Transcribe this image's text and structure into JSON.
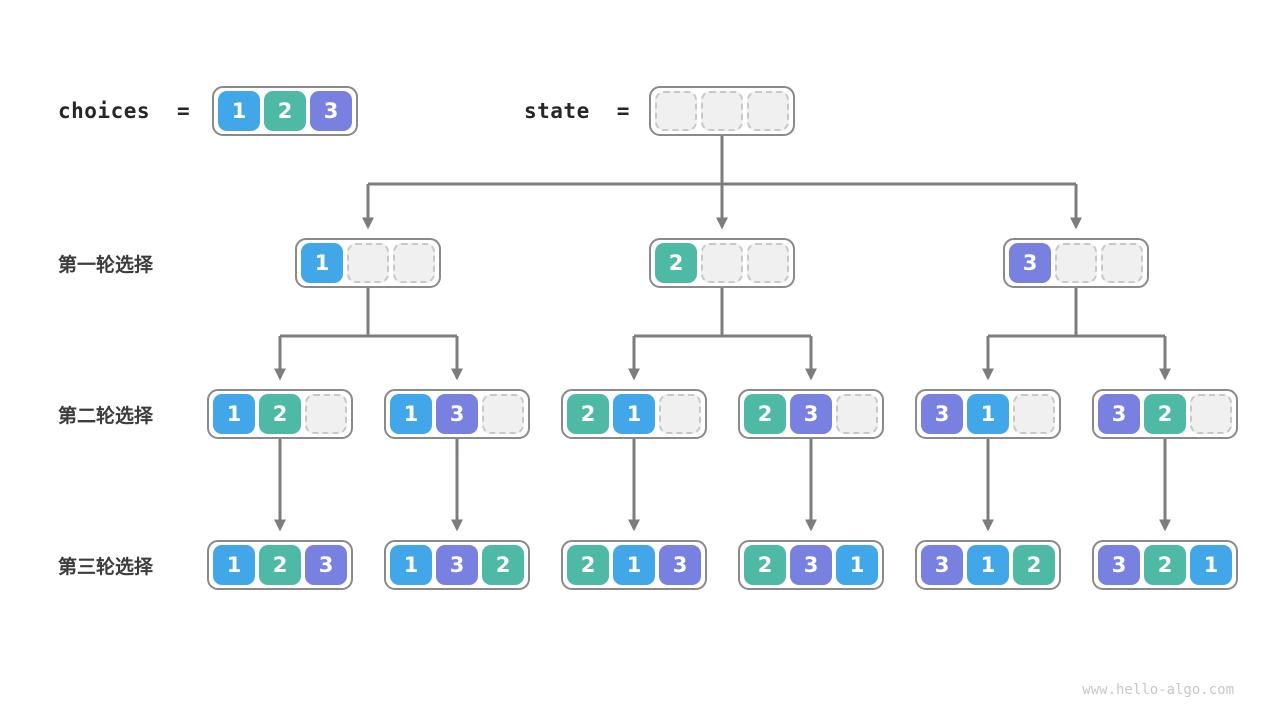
{
  "colors": {
    "cells": {
      "1": "#42A7E8",
      "2": "#4EBAA6",
      "3": "#7880E0"
    },
    "empty_fill": "#F0F0F0",
    "empty_border": "#C8C8C8",
    "box_border": "#8A8A8A",
    "line": "#7D7D7D"
  },
  "header": {
    "choices_label": "choices",
    "equals": "=",
    "state_label": "state",
    "choices": [
      "1",
      "2",
      "3"
    ],
    "state": [
      "",
      "",
      ""
    ]
  },
  "rows": [
    {
      "label": "第一轮选择",
      "boxes": [
        [
          "1",
          "",
          ""
        ],
        [
          "2",
          "",
          ""
        ],
        [
          "3",
          "",
          ""
        ]
      ]
    },
    {
      "label": "第二轮选择",
      "boxes": [
        [
          "1",
          "2",
          ""
        ],
        [
          "1",
          "3",
          ""
        ],
        [
          "2",
          "1",
          ""
        ],
        [
          "2",
          "3",
          ""
        ],
        [
          "3",
          "1",
          ""
        ],
        [
          "3",
          "2",
          ""
        ]
      ]
    },
    {
      "label": "第三轮选择",
      "boxes": [
        [
          "1",
          "2",
          "3"
        ],
        [
          "1",
          "3",
          "2"
        ],
        [
          "2",
          "1",
          "3"
        ],
        [
          "2",
          "3",
          "1"
        ],
        [
          "3",
          "1",
          "2"
        ],
        [
          "3",
          "2",
          "1"
        ]
      ]
    }
  ],
  "watermark": "www.hello-algo.com"
}
